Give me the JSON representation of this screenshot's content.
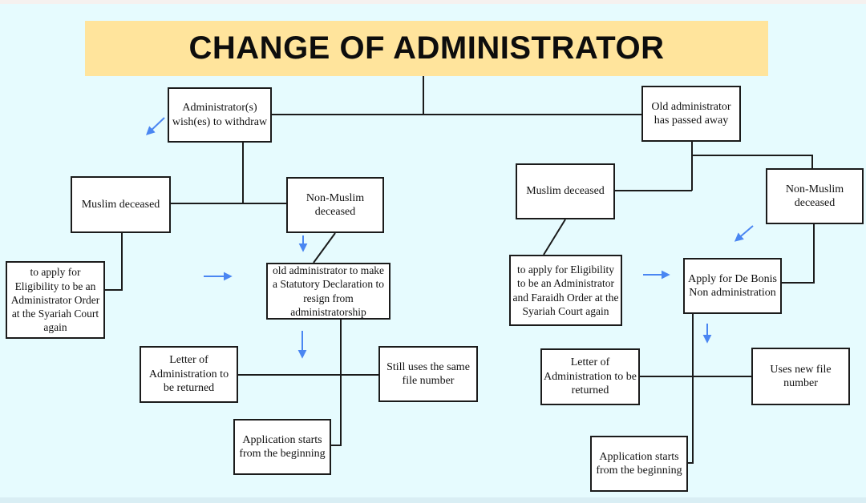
{
  "title": "CHANGE OF ADMINISTRATOR",
  "colors": {
    "background": "#e6fbfe",
    "banner": "#ffe49c",
    "box_fill": "#ffffff",
    "box_border": "#1b1b1b",
    "connector_black": "#1b1b1b",
    "arrow_blue": "#4a86f2",
    "top_strip": "#f5f1ef",
    "bottom_strip": "#d9eef4"
  },
  "diagram": {
    "left": {
      "root": "Administrator(s) wish(es) to withdraw",
      "muslim": "Muslim deceased",
      "non_muslim": "Non-Muslim deceased",
      "muslim_action": "to apply for Eligibility to be an Administrator Order at the Syariah Court again",
      "non_muslim_action": "old administrator to make a Statutory Declaration to resign from administratorship",
      "letter": "Letter of Administration to be returned",
      "file_number": "Still uses the same file number",
      "restart": "Application starts from the beginning"
    },
    "right": {
      "root": "Old administrator has passed away",
      "muslim": "Muslim deceased",
      "non_muslim": "Non-Muslim deceased",
      "muslim_action": "to apply for Eligibility to be an Administrator and Faraidh Order at the Syariah Court again",
      "non_muslim_action": "Apply for De Bonis Non administration",
      "letter": "Letter of Administration to be returned",
      "file_number": "Uses new file number",
      "restart": "Application starts from the beginning"
    }
  }
}
